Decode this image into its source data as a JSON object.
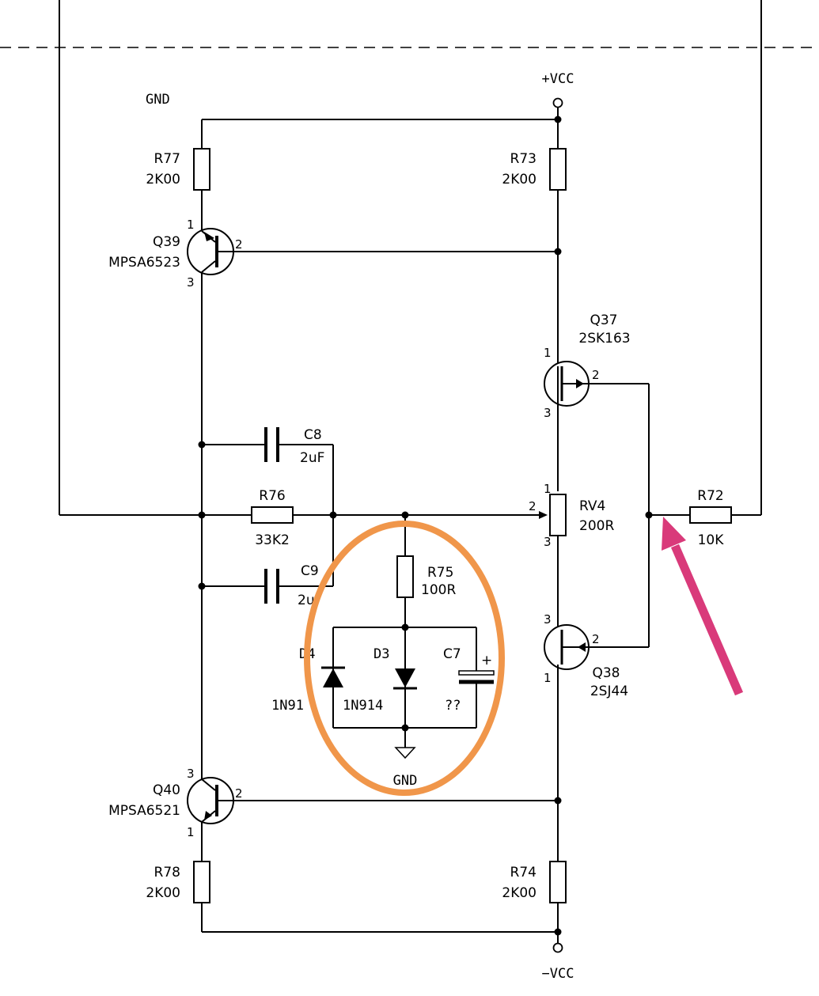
{
  "rails": {
    "positive": "+VCC",
    "negative": "−VCC"
  },
  "gnd_label_top": "GND",
  "gnd_label_bottom": "GND",
  "components": {
    "R77": {
      "ref": "R77",
      "value": "2K00"
    },
    "R73": {
      "ref": "R73",
      "value": "2K00"
    },
    "Q39": {
      "ref": "Q39",
      "value": "MPSA6523",
      "pins": [
        "1",
        "2",
        "3"
      ]
    },
    "Q37": {
      "ref": "Q37",
      "value": "2SK163",
      "pins": [
        "1",
        "2",
        "3"
      ]
    },
    "C8": {
      "ref": "C8",
      "value": "2uF"
    },
    "R76": {
      "ref": "R76",
      "value": "33K2"
    },
    "RV4": {
      "ref": "RV4",
      "value": "200R",
      "pins": [
        "1",
        "2",
        "3"
      ]
    },
    "R72": {
      "ref": "R72",
      "value": "10K"
    },
    "C9": {
      "ref": "C9",
      "value": "2u"
    },
    "R75": {
      "ref": "R75",
      "value": "100R"
    },
    "D4": {
      "ref": "D4",
      "value": "1N91"
    },
    "D3": {
      "ref": "D3",
      "value": "1N914"
    },
    "C7": {
      "ref": "C7",
      "value": "??",
      "polarity": "+"
    },
    "Q38": {
      "ref": "Q38",
      "value": "2SJ44",
      "pins": [
        "1",
        "2",
        "3"
      ]
    },
    "Q40": {
      "ref": "Q40",
      "value": "MPSA6521",
      "pins": [
        "1",
        "2",
        "3"
      ]
    },
    "R78": {
      "ref": "R78",
      "value": "2K00"
    },
    "R74": {
      "ref": "R74",
      "value": "2K00"
    }
  },
  "annotations": {
    "highlight_ellipse_color": "#F0964A",
    "arrow_color": "#D93A7A"
  }
}
